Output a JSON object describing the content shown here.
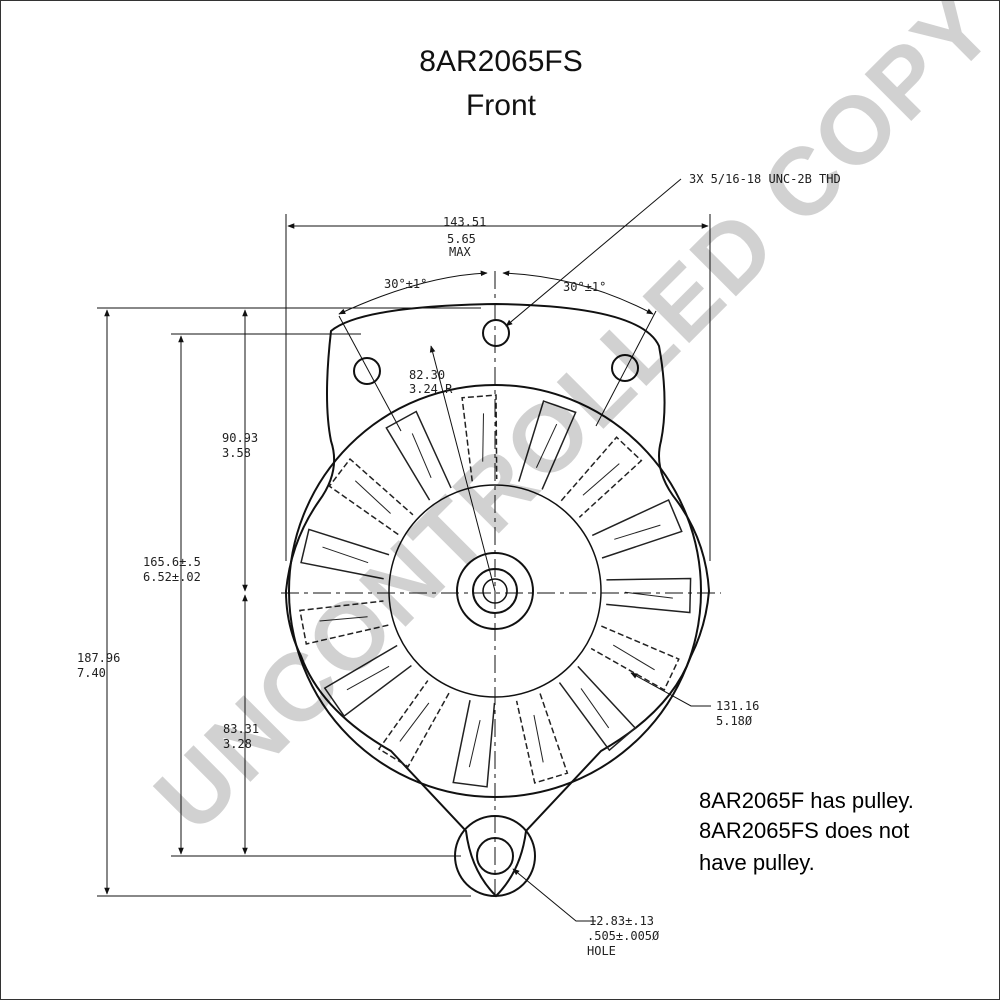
{
  "header": {
    "part_number": "8AR2065FS",
    "view": "Front"
  },
  "dimensions": {
    "width_mm": "143.51",
    "width_in": "5.65",
    "width_note": "MAX",
    "thread": "3X 5/16-18 UNC-2B THD",
    "angle_left": "30°±1°",
    "angle_right": "30°±1°",
    "radius_mm": "82.30",
    "radius_in": "3.24 R",
    "upper_height_mm": "90.93",
    "upper_height_in": "3.58",
    "mount_height_mm": "165.6±.5",
    "mount_height_in": "6.52±.02",
    "overall_height_mm": "187.96",
    "overall_height_in": "7.40",
    "lower_height_mm": "83.31",
    "lower_height_in": "3.28",
    "body_dia_mm": "131.16",
    "body_dia_in": "5.18Ø",
    "hole_mm": "12.83±.13",
    "hole_in": ".505±.005Ø",
    "hole_label": "HOLE"
  },
  "notes": [
    "8AR2065F has pulley.",
    "8AR2065FS does not",
    "have pulley."
  ],
  "watermark": "UNCONTROLLED COPY"
}
